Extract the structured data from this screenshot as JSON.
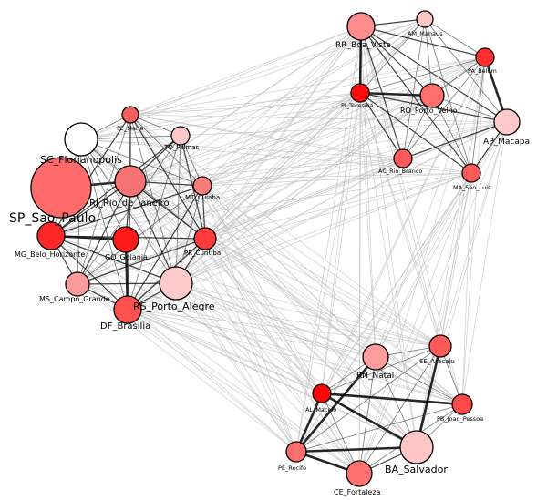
{
  "nodes": [
    {
      "id": "SP",
      "label": "SP_Sao_Paulo",
      "color": "#ff6b6b"
    },
    {
      "id": "SC",
      "label": "SC_Florianopolis",
      "color": "#ffffff"
    },
    {
      "id": "RJ",
      "label": "RJ_Rio_de_Janeiro",
      "color": "#f77272"
    },
    {
      "id": "MG",
      "label": "MG_Belo_Horizonte",
      "color": "#ff2828"
    },
    {
      "id": "GO",
      "label": "GO_Goiania",
      "color": "#ff1a1a"
    },
    {
      "id": "PR",
      "label": "PR_Curitiba",
      "color": "#ff3a3a"
    },
    {
      "id": "MT",
      "label": "MT_Cuiaba",
      "color": "#f77b7b"
    },
    {
      "id": "TO",
      "label": "TO_Palmas",
      "color": "#ffc9c9"
    },
    {
      "id": "PM",
      "label": "PE_Maria",
      "color": "#f25f5f"
    },
    {
      "id": "MS",
      "label": "MS_Campo_Grande",
      "color": "#ff9a9a"
    },
    {
      "id": "DF",
      "label": "DF_Brasilia",
      "color": "#ff5050"
    },
    {
      "id": "RS",
      "label": "RS_Porto_Alegre",
      "color": "#ffcaca"
    },
    {
      "id": "RR",
      "label": "RR_Boa_Vista",
      "color": "#ff8d8d"
    },
    {
      "id": "AM",
      "label": "AM_Manaus",
      "color": "#ffc6c6"
    },
    {
      "id": "PA",
      "label": "PA_Belem",
      "color": "#ff2f2f"
    },
    {
      "id": "PI",
      "label": "PI_Teresina",
      "color": "#ff0c0c"
    },
    {
      "id": "RO",
      "label": "RO_Porto_Velho",
      "color": "#ff6e6e"
    },
    {
      "id": "AP",
      "label": "AP_Macapa",
      "color": "#ffc8c8"
    },
    {
      "id": "AC",
      "label": "AC_Rio_Branco",
      "color": "#ff5a5a"
    },
    {
      "id": "MA",
      "label": "MA_Sao_Luis",
      "color": "#ff5a5a"
    },
    {
      "id": "RN",
      "label": "RN_Natal",
      "color": "#ff9d9d"
    },
    {
      "id": "SE",
      "label": "SE_Aracaju",
      "color": "#ff5a5a"
    },
    {
      "id": "AL",
      "label": "AL_Maceio",
      "color": "#ff0505"
    },
    {
      "id": "PB",
      "label": "PB_Joao_Pessoa",
      "color": "#ff4a4a"
    },
    {
      "id": "PE",
      "label": "PE_Recife",
      "color": "#ff6e6e"
    },
    {
      "id": "CE",
      "label": "CE_Fortaleza",
      "color": "#ff7070"
    },
    {
      "id": "BA",
      "label": "BA_Salvador",
      "color": "#ffc6c6"
    }
  ]
}
